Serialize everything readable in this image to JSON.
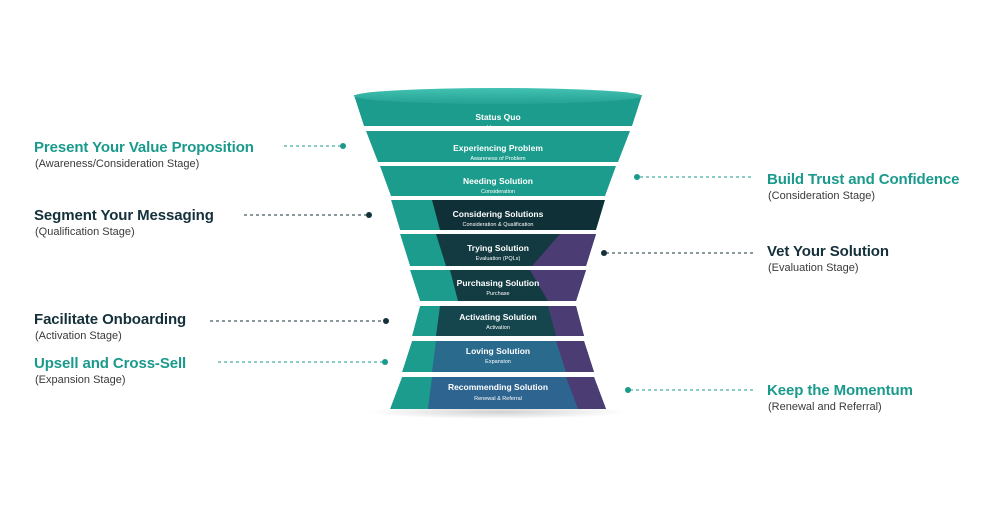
{
  "colors": {
    "teal": "#1a9a8c",
    "teal_top": "#2fb3a4",
    "dark": "#103239",
    "purple": "#4e3f78",
    "blue": "#2a6c8e"
  },
  "stages": [
    {
      "title": "Status Quo",
      "subtitle": "Unaware"
    },
    {
      "title": "Experiencing Problem",
      "subtitle": "Awareness of Problem"
    },
    {
      "title": "Needing Solution",
      "subtitle": "Consideration"
    },
    {
      "title": "Considering Solutions",
      "subtitle": "Consideration & Qualification"
    },
    {
      "title": "Trying Solution",
      "subtitle": "Evaluation (PQLs)"
    },
    {
      "title": "Purchasing Solution",
      "subtitle": "Purchase"
    },
    {
      "title": "Activating Solution",
      "subtitle": "Activation"
    },
    {
      "title": "Loving Solution",
      "subtitle": "Expansion"
    },
    {
      "title": "Recommending Solution",
      "subtitle": "Renewal & Referral"
    }
  ],
  "callouts": {
    "value_prop": {
      "title": "Present Your Value Proposition",
      "subtitle": "(Awareness/Consideration Stage)"
    },
    "segment": {
      "title": "Segment Your Messaging",
      "subtitle": "(Qualification Stage)"
    },
    "onboarding": {
      "title": "Facilitate Onboarding",
      "subtitle": "(Activation Stage)"
    },
    "upsell": {
      "title": "Upsell and Cross-Sell",
      "subtitle": "(Expansion Stage)"
    },
    "trust": {
      "title": "Build Trust and Confidence",
      "subtitle": "(Consideration Stage)"
    },
    "vet": {
      "title": "Vet Your Solution",
      "subtitle": "(Evaluation Stage)"
    },
    "momentum": {
      "title": "Keep the Momentum",
      "subtitle": "(Renewal and Referral)"
    }
  }
}
